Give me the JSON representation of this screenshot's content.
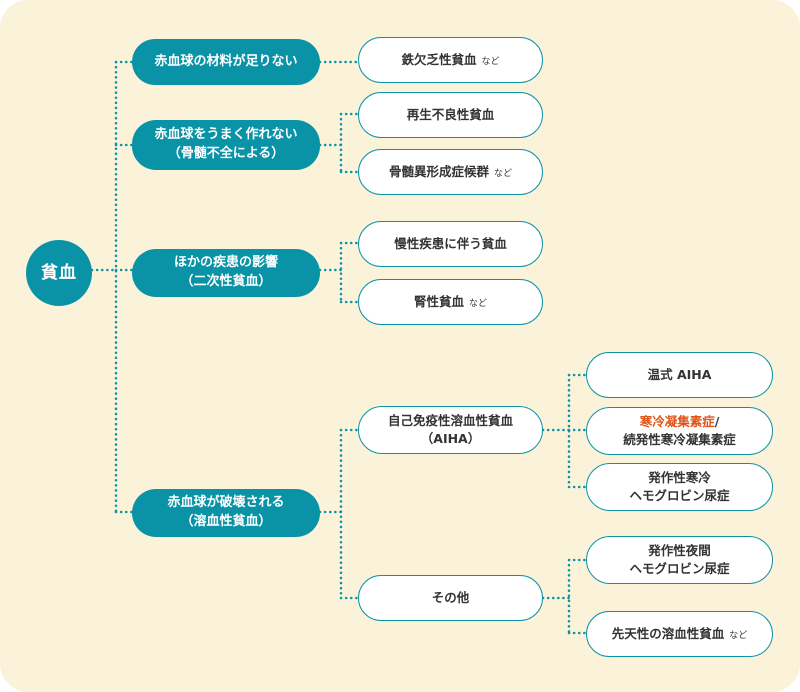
{
  "root": "貧血",
  "categories": [
    {
      "lines": [
        "赤血球の材料が足りない"
      ]
    },
    {
      "lines": [
        "赤血球をうまく作れない",
        "（骨髄不全による）"
      ]
    },
    {
      "lines": [
        "ほかの疾患の影響",
        "（二次性貧血）"
      ]
    },
    {
      "lines": [
        "赤血球が破壊される",
        "（溶血性貧血）"
      ]
    }
  ],
  "leaves": {
    "iron_deficiency": {
      "text": "鉄欠乏性貧血",
      "suffix": "など"
    },
    "aplastic": {
      "text": "再生不良性貧血"
    },
    "mds": {
      "text": "骨髄異形成症候群",
      "suffix": "など"
    },
    "chronic_disease": {
      "text": "慢性疾患に伴う貧血"
    },
    "renal": {
      "text": "腎性貧血",
      "suffix": "など"
    },
    "aiha": {
      "lines": [
        "自己免疫性溶血性貧血",
        "（AIHA）"
      ]
    },
    "other": {
      "text": "その他"
    }
  },
  "subleaves": {
    "warm_aiha": {
      "text": "温式 AIHA"
    },
    "cold": {
      "highlight": "寒冷凝集素症",
      "separator": " /",
      "line2": "続発性寒冷凝集素症"
    },
    "pch": {
      "lines": [
        "発作性寒冷",
        "ヘモグロビン尿症"
      ]
    },
    "pnh": {
      "lines": [
        "発作性夜間",
        "ヘモグロビン尿症"
      ]
    },
    "congenital": {
      "text": "先天性の溶血性貧血",
      "suffix": "など"
    }
  },
  "colors": {
    "primary": "#0a93a6",
    "background": "#fbf3d9",
    "highlight": "#e0541a",
    "text": "#333333"
  }
}
